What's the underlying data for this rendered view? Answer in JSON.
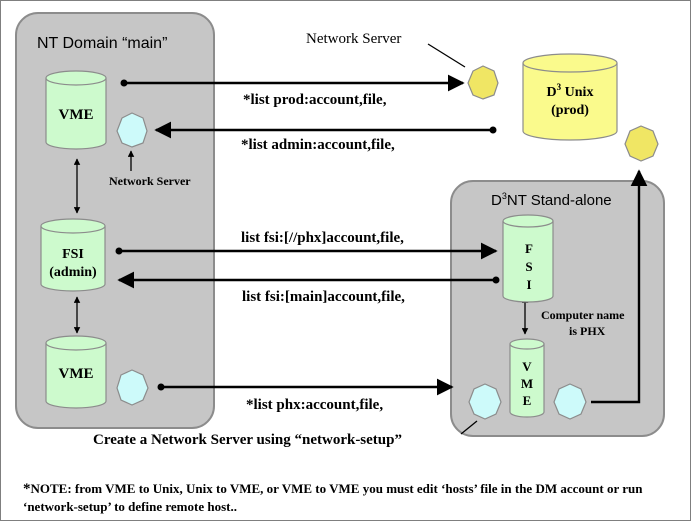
{
  "regions": {
    "nt_domain_title": "NT Domain “main”",
    "standalone_title_prefix": "D",
    "standalone_title_sup": "3",
    "standalone_title_suffix": "NT Stand-alone"
  },
  "servers": {
    "top_network_server_label": "Network Server",
    "left_network_server_label": "Network Server"
  },
  "cylinders": {
    "vme_top": "VME",
    "fsi_admin_line1": "FSI",
    "fsi_admin_line2": "(admin)",
    "vme_bottom": "VME",
    "d3_unix_prefix": "D",
    "d3_unix_sup": "3",
    "d3_unix_suffix": " Unix",
    "d3_unix_line2": "(prod)",
    "fsi_vertical": [
      "F",
      "S",
      "I"
    ],
    "vme_vertical": [
      "V",
      "M",
      "E"
    ]
  },
  "commands": {
    "list_prod": "*list prod:account,file,",
    "list_admin": "*list admin:account,file,",
    "list_fsi_phx": "list fsi:[//phx]account,file,",
    "list_fsi_main": "list fsi:[main]account,file,",
    "list_phx": "*list phx:account,file,"
  },
  "computer_name_line1": "Computer name",
  "computer_name_line2": "is PHX",
  "create_network_server": "Create a Network Server using “network-setup”",
  "note": {
    "star": "*",
    "text": "NOTE: from VME to Unix, Unix to VME, or VME to VME you must edit ‘hosts’ file in the DM account or run ‘network-setup’ to define remote host.."
  },
  "colors": {
    "region_fill": "#c6c6c6",
    "region_stroke": "#8c8c8c",
    "server_fill": "#cdfafa",
    "cylinder_fill": "#cdfacd",
    "unix_fill": "#fafa8c",
    "unix_server_fill": "#f0e664"
  }
}
